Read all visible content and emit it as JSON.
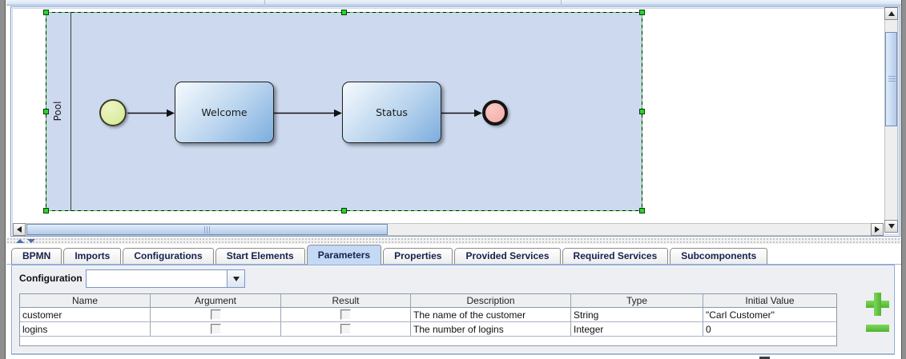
{
  "diagram": {
    "pool_label": "Pool",
    "tasks": [
      {
        "label": "Welcome"
      },
      {
        "label": "Status"
      }
    ],
    "events": {
      "start": "start-event",
      "end": "end-event"
    },
    "colors": {
      "pool_fill": "#cdd9ef",
      "task_gradient_start": "#f6fafd",
      "task_gradient_end": "#7cadde",
      "start_event_fill": "#d9eb9f",
      "end_event_fill": "#f2aca6",
      "selection_handle": "#2fd32f"
    }
  },
  "tabs": {
    "items": [
      {
        "label": "BPMN",
        "selected": false
      },
      {
        "label": "Imports",
        "selected": false
      },
      {
        "label": "Configurations",
        "selected": false
      },
      {
        "label": "Start Elements",
        "selected": false
      },
      {
        "label": "Parameters",
        "selected": true
      },
      {
        "label": "Properties",
        "selected": false
      },
      {
        "label": "Provided Services",
        "selected": false
      },
      {
        "label": "Required Services",
        "selected": false
      },
      {
        "label": "Subcomponents",
        "selected": false
      }
    ],
    "selected_bg": "#c3d9f4"
  },
  "parameters": {
    "configuration_label": "Configuration",
    "configuration_value": "",
    "table": {
      "headers": [
        "Name",
        "Argument",
        "Result",
        "Description",
        "Type",
        "Initial Value"
      ],
      "rows": [
        {
          "name": "customer",
          "argument": false,
          "result": false,
          "description": "The name of the customer",
          "type": "String",
          "initial_value": "\"Carl Customer\""
        },
        {
          "name": "logins",
          "argument": false,
          "result": false,
          "description": "The number of logins",
          "type": "Integer",
          "initial_value": "0"
        }
      ]
    },
    "add_button_icon": "plus-icon",
    "remove_button_icon": "minus-icon",
    "button_color": "#5cc93b"
  }
}
